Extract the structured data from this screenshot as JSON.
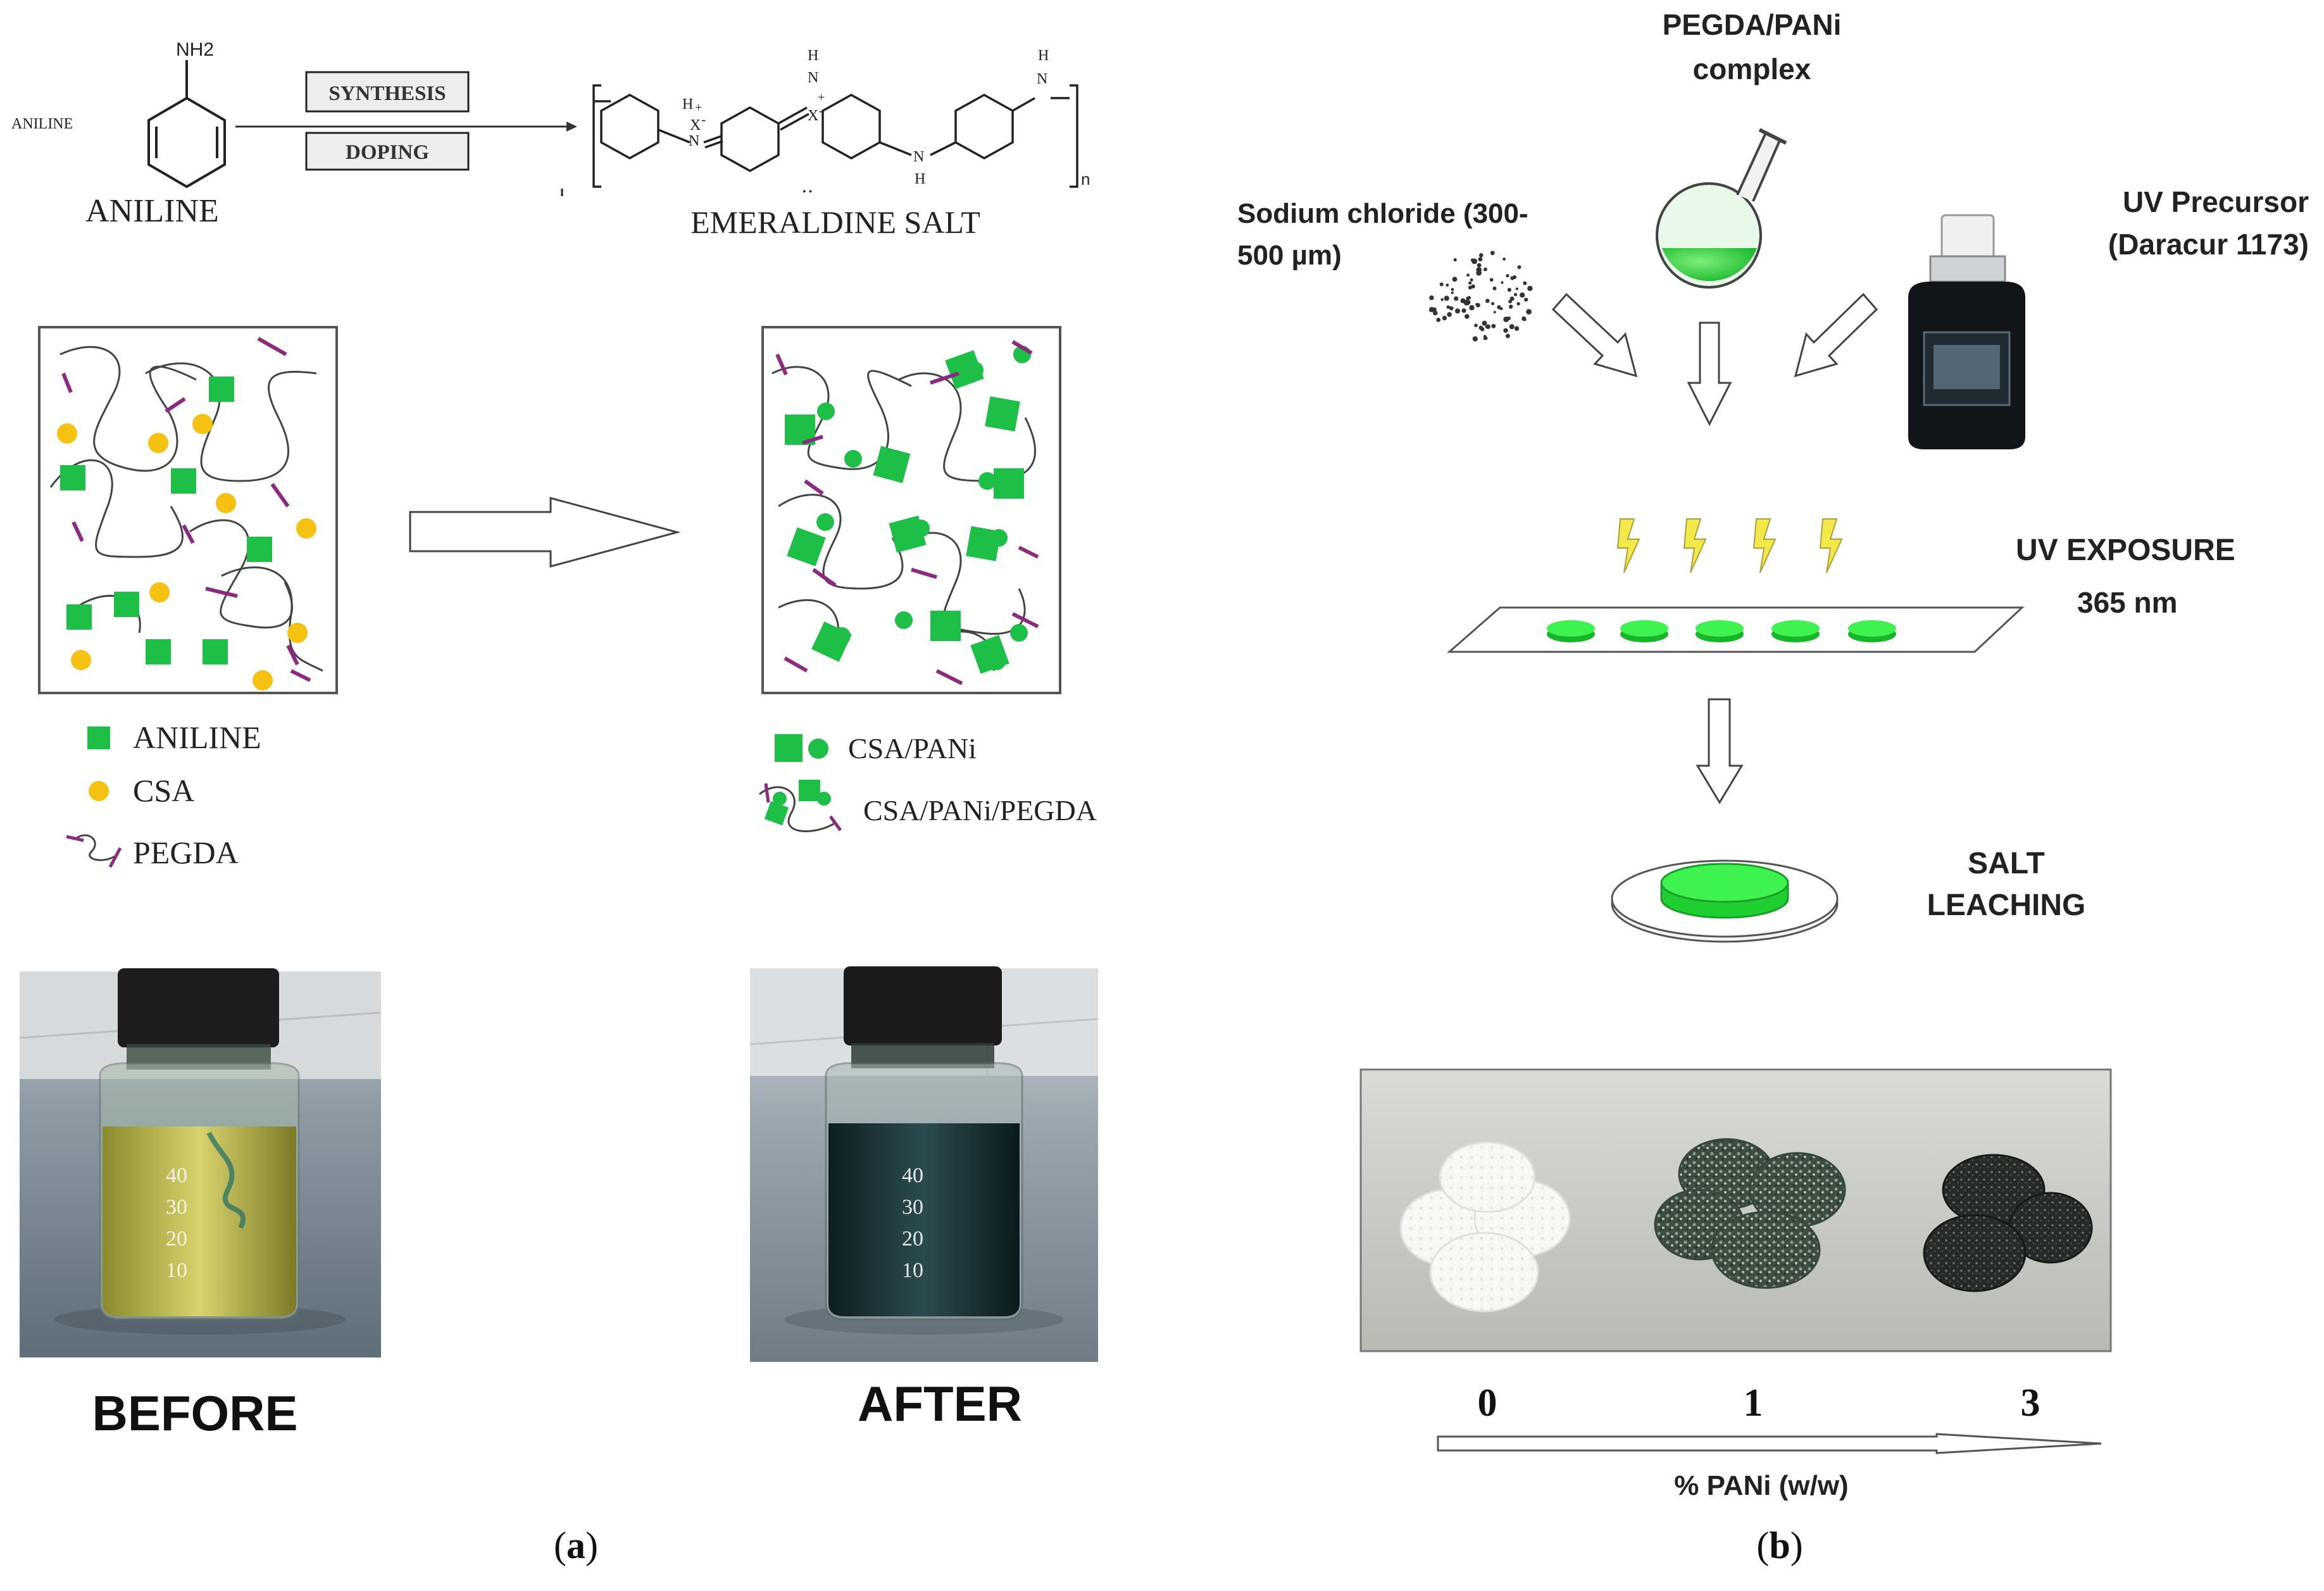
{
  "panel_a": {
    "aniline_small_label": "ANILINE",
    "aniline_group": "NH2",
    "aniline_label": "ANILINE",
    "step_synthesis": "SYNTHESIS",
    "step_doping": "DOPING",
    "emeraldine_label": "EMERALDINE SALT",
    "repeat_subscript": "n",
    "atoms": {
      "h": "H",
      "n": "N",
      "x": "X",
      "minus": "-",
      "plus": "+",
      "dots": "• •"
    },
    "legend_before": {
      "aniline": "ANILINE",
      "csa": "CSA",
      "pegda": "PEGDA"
    },
    "legend_after": {
      "csa_pani": "CSA/PANi",
      "csa_pani_pegda": "CSA/PANi/PEGDA"
    },
    "photo_before_label": "BEFORE",
    "photo_after_label": "AFTER",
    "vial_marks": [
      "40",
      "30",
      "20",
      "10"
    ],
    "caption_open": "(",
    "caption_letter": "a",
    "caption_close": ")"
  },
  "panel_b": {
    "pegda_pani_line1": "PEGDA/PANi",
    "pegda_pani_line2": "complex",
    "sodium_line1": "Sodium chloride (300-",
    "sodium_line2": "500 µm)",
    "uv_precursor_line1": "UV Precursor",
    "uv_precursor_line2": "(Daracur 1173)",
    "uv_exposure": "UV EXPOSURE",
    "wavelength": "365 nm",
    "salt_line1": "SALT",
    "salt_line2": "LEACHING",
    "pani_levels": [
      "0",
      "1",
      "3"
    ],
    "axis_label": "% PANi (w/w)",
    "caption_open": "(",
    "caption_letter": "b",
    "caption_close": ")"
  },
  "colors": {
    "aniline_green": "#1dbf47",
    "csa_yellow": "#f5c211",
    "pegda_purple": "#8b2a7e",
    "uv_yellow": "#f2e84a",
    "chain_gray": "#444444"
  }
}
